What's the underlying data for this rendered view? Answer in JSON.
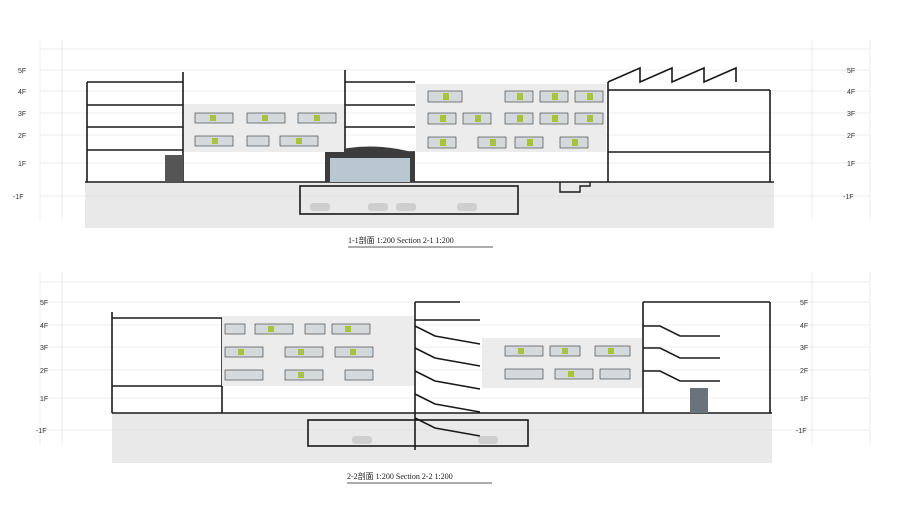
{
  "sections": [
    {
      "caption": "1-1剖面 1:200  Section 2-1 1:200",
      "levels": [
        "5F",
        "4F",
        "3F",
        "2F",
        "1F",
        "-1F"
      ]
    },
    {
      "caption": "2-2剖面 1:200  Section 2-2 1:200",
      "levels": [
        "5F",
        "4F",
        "3F",
        "2F",
        "1F",
        "-1F"
      ]
    }
  ],
  "colors": {
    "line": "#1a1a1a",
    "ground": "#e6e6e6",
    "green": "#a9c23c",
    "glass": "#b9c7d0",
    "cladding": "#d8d8d8"
  }
}
